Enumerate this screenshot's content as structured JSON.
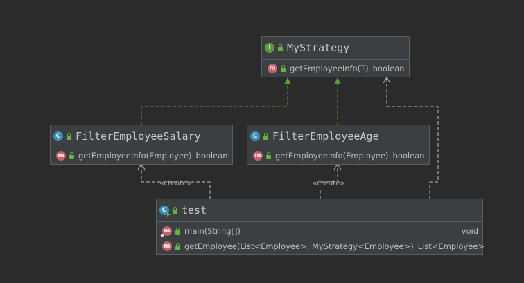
{
  "classes": {
    "my_strategy": {
      "name": "MyStrategy",
      "kind_icon": "interface-icon",
      "methods": [
        {
          "signature": "getEmployeeInfo(T)",
          "return_type": "boolean"
        }
      ]
    },
    "filter_salary": {
      "name": "FilterEmployeeSalary",
      "kind_icon": "class-icon",
      "methods": [
        {
          "signature": "getEmployeeInfo(Employee)",
          "return_type": "boolean"
        }
      ]
    },
    "filter_age": {
      "name": "FilterEmployeeAge",
      "kind_icon": "class-icon",
      "methods": [
        {
          "signature": "getEmployeeInfo(Employee)",
          "return_type": "boolean"
        }
      ]
    },
    "test": {
      "name": "test",
      "kind_icon": "runnable-class-icon",
      "methods": [
        {
          "signature": "main(String[])",
          "return_type": "void"
        },
        {
          "signature": "getEmployee(List<Employee>, MyStrategy<Employee>)",
          "return_type": "List<Employee>"
        }
      ]
    }
  },
  "relations": {
    "create_label_salary": "«create»",
    "create_label_age": "«create»"
  },
  "colors": {
    "background": "#2b2b2b",
    "box": "#3c3f41",
    "implements_line": "#5c9b3c",
    "dependency_line": "#bbbbbb"
  }
}
